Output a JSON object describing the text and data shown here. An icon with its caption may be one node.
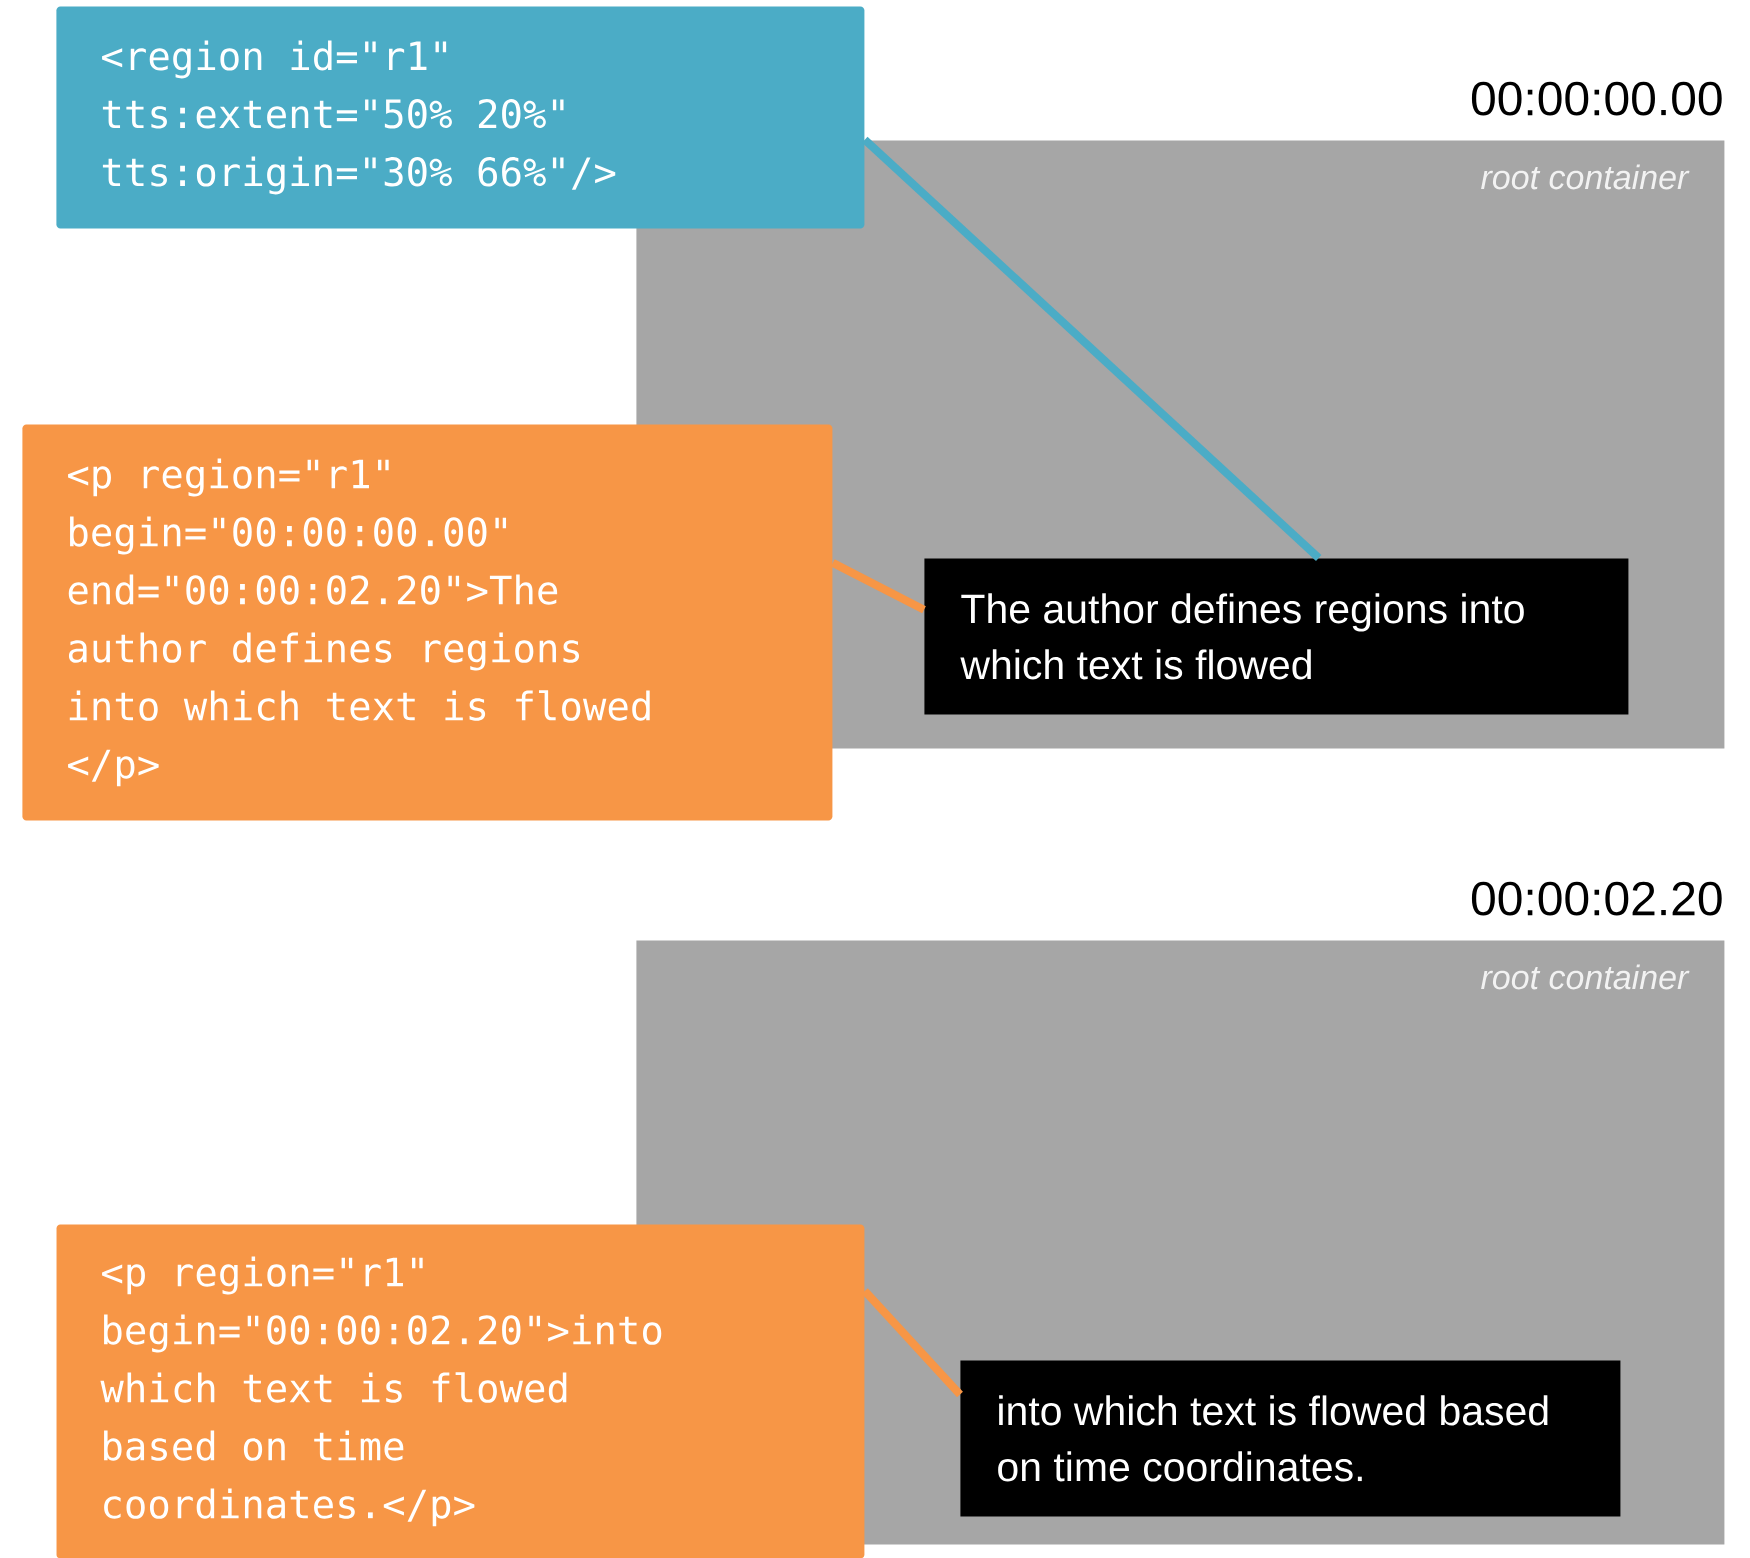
{
  "diagram": {
    "nodes": [
      {
        "text": [
          "<region id=\"r1\" tts:extent=\"50% 20%\" tts:origin=\"30% 66%\"/>"
        ]
      },
      {
        "text": [
          "root container"
        ],
        "beside": [
          "00:00:00.00"
        ]
      },
      {
        "text": [
          "The author defines regions into which text is flowed"
        ],
        "in": 1
      },
      {
        "text": [
          "<p region=\"r1\" begin=\"00:00:00.00\" end=\"00:00:02.20\">The author defines regions into which text is flowed </p>"
        ]
      },
      {
        "text": [
          "root container"
        ],
        "beside": [
          "00:00:02.20"
        ]
      },
      {
        "text": [
          "into which text is flowed based on time coordinates."
        ],
        "in": 4
      },
      {
        "text": [
          "<p region=\"r1\" begin=\"00:00:02.20\">into which text is flowed based on time coordinates.</p>"
        ]
      }
    ],
    "edges": [
      {
        "from": 0,
        "to": 2,
        "arrow": "none",
        "color": "#4bacc6"
      },
      {
        "from": 3,
        "to": 2,
        "arrow": "none",
        "color": "#f79646"
      },
      {
        "from": 6,
        "to": 5,
        "arrow": "none",
        "color": "#f79646"
      }
    ]
  }
}
